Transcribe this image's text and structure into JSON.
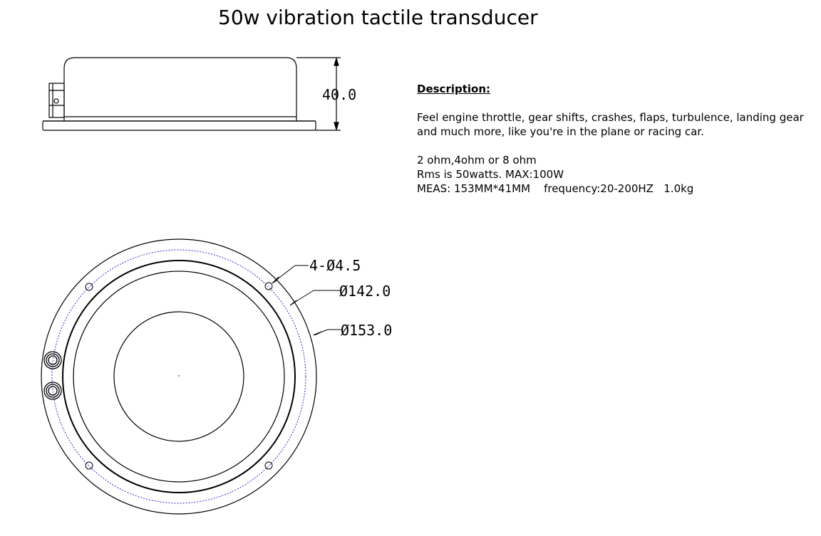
{
  "title": "50w vibration tactile transducer",
  "description": {
    "heading": "Description:",
    "paragraph": [
      "Feel engine throttle, gear shifts, crashes, flaps, turbulence, landing gear",
      "and much more, like you're in the plane or racing car."
    ],
    "specs": [
      "2 ohm,4ohm or 8 ohm",
      "Rms is 50watts. MAX:100W",
      "MEAS: 153MM*41MM    frequency:20-200HZ   1.0kg"
    ]
  },
  "dimensions": {
    "height": "40.0",
    "holes": "4-Ø4.5",
    "bolt_circle": "Ø142.0",
    "outer_diameter": "Ø153.0"
  },
  "colors": {
    "line": "#000000",
    "bolt_circle_dashed": "#2a2ad0"
  }
}
